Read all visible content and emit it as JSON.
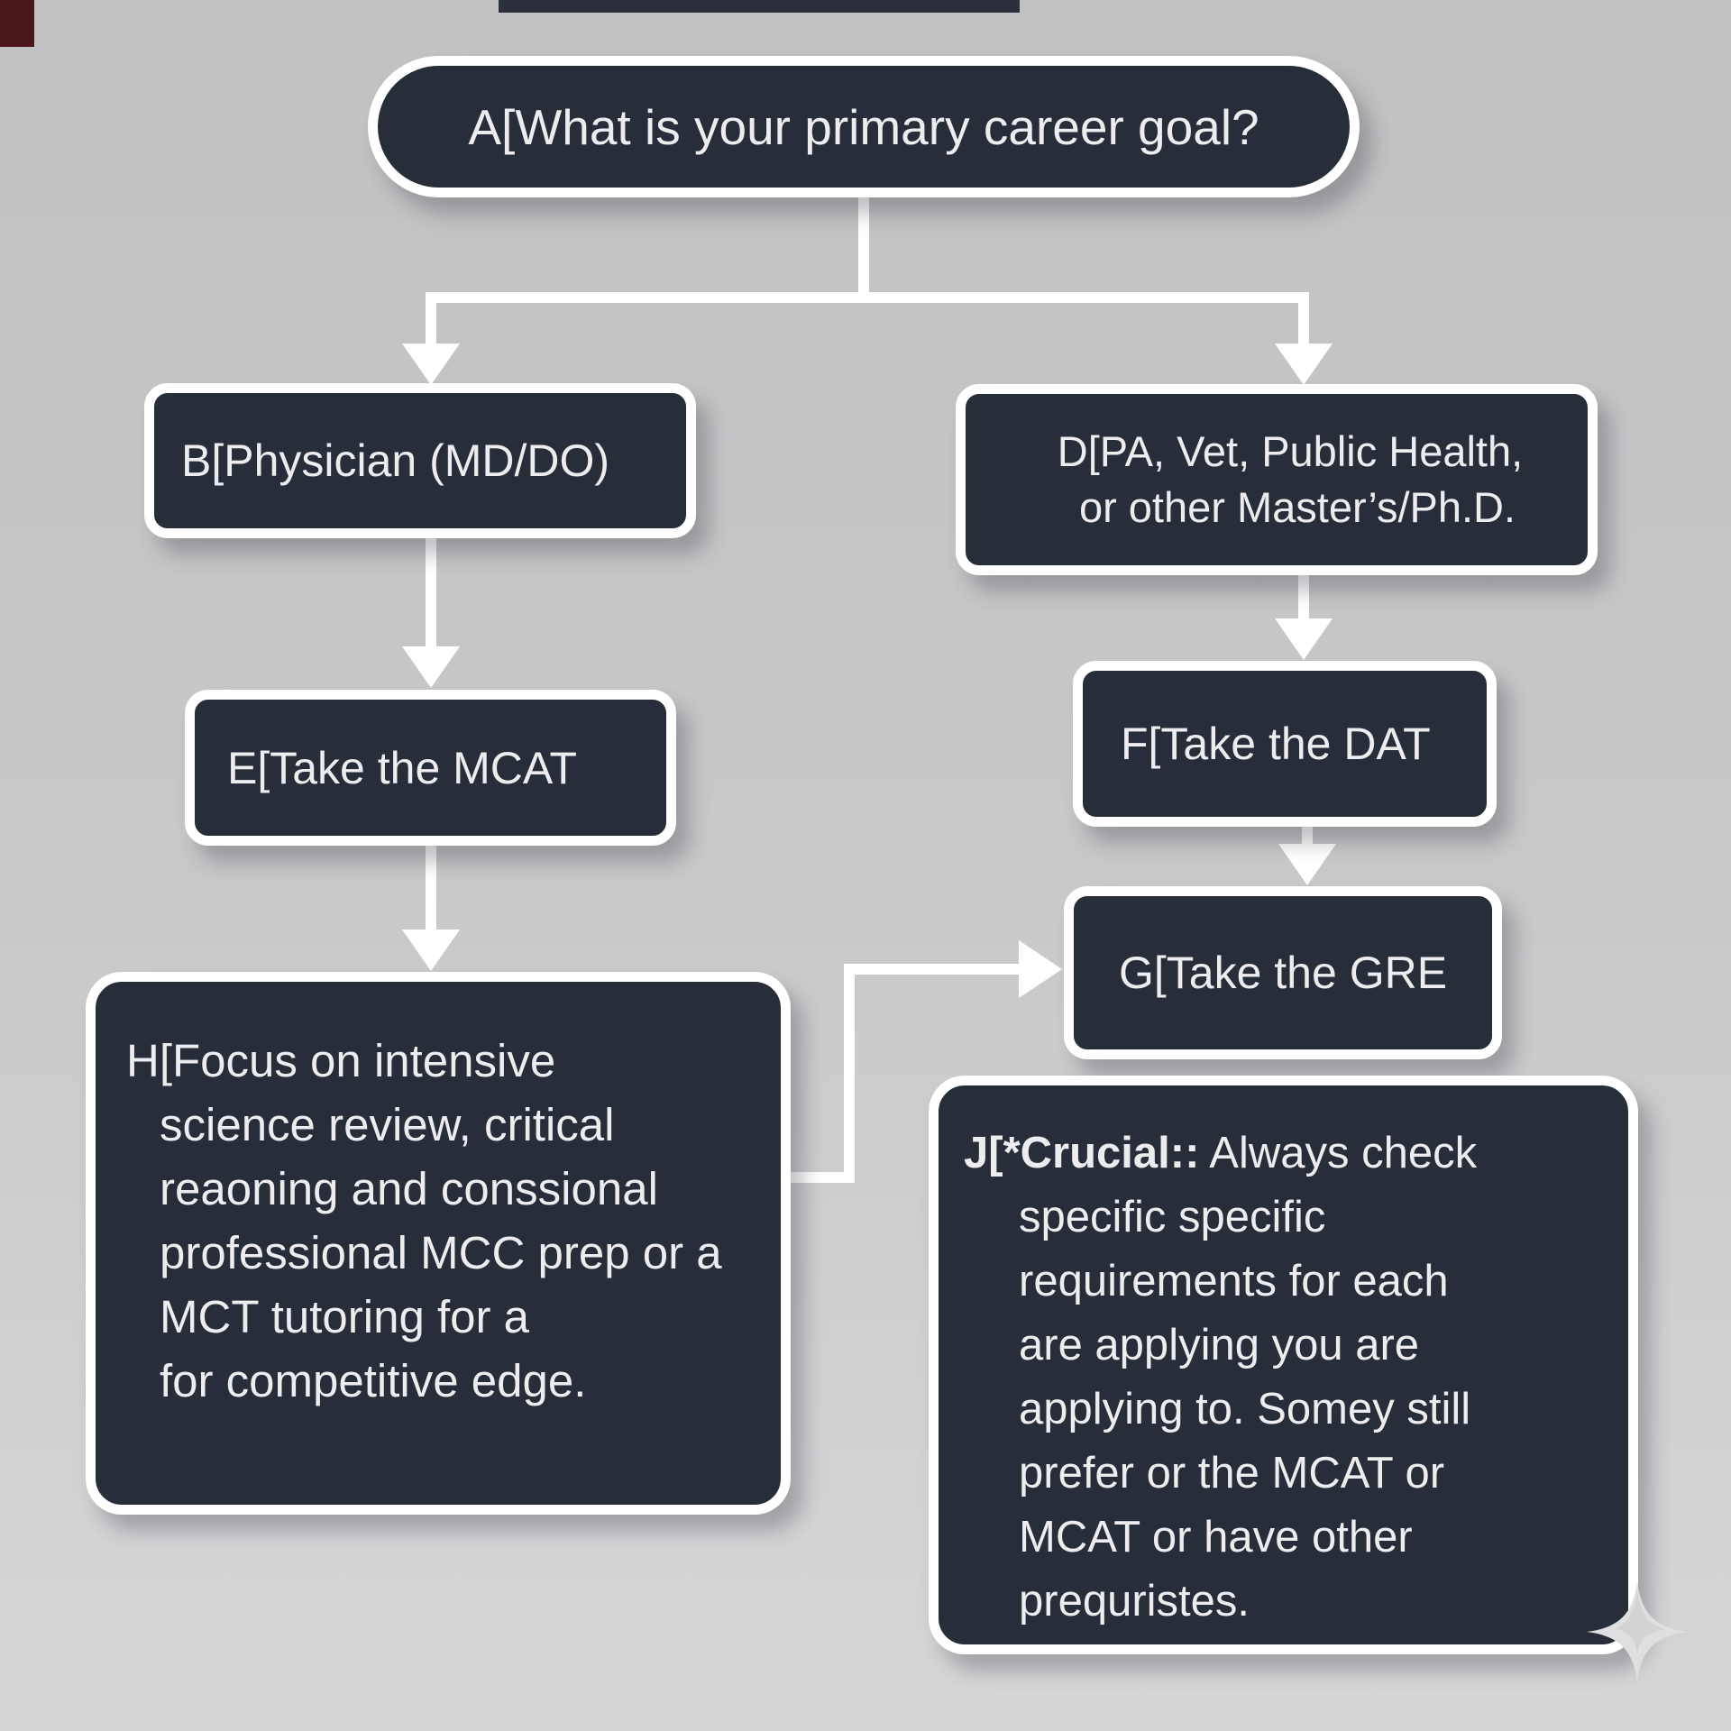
{
  "diagram": {
    "type": "flowchart",
    "colors": {
      "background": "#c8c8ca",
      "node_fill": "#272e39",
      "node_border": "#ffffff",
      "text": "#ededef",
      "connector": "#ffffff",
      "corner_artifact": "#4a171c"
    },
    "nodes": {
      "a": {
        "label": "A[What is your primary career goal?"
      },
      "b": {
        "label": "B[Physician (MD/DO)"
      },
      "d": {
        "line1": "D[PA, Vet, Public Health,",
        "line2": "or other Master’s/Ph.D."
      },
      "e": {
        "label": "E[Take the MCAT"
      },
      "f": {
        "label": "F[Take the DAT"
      },
      "g": {
        "label": "G[Take the GRE"
      },
      "h": {
        "first_line": "H[Focus on intensive",
        "lines": [
          "science review, critical",
          "reaoning and conssional",
          "professional MCC prep or a",
          "MCT tutoring for a",
          "for competitive edge."
        ]
      },
      "j": {
        "bold_prefix": "J[*Crucial::",
        "first_line_rest": " Always check",
        "lines": [
          "specific specific",
          "requirements for each",
          "are applying you are",
          "applying to. Somey still",
          "prefer or the MCAT or",
          "MCAT or have other",
          "prequristes."
        ]
      }
    },
    "edges": [
      {
        "from": "a",
        "to": "b"
      },
      {
        "from": "a",
        "to": "d"
      },
      {
        "from": "b",
        "to": "e"
      },
      {
        "from": "d",
        "to": "f"
      },
      {
        "from": "f",
        "to": "g"
      },
      {
        "from": "e",
        "to": "h"
      },
      {
        "from": "h",
        "to": "g"
      }
    ],
    "icons": {
      "sparkle": "four-point-star"
    }
  }
}
